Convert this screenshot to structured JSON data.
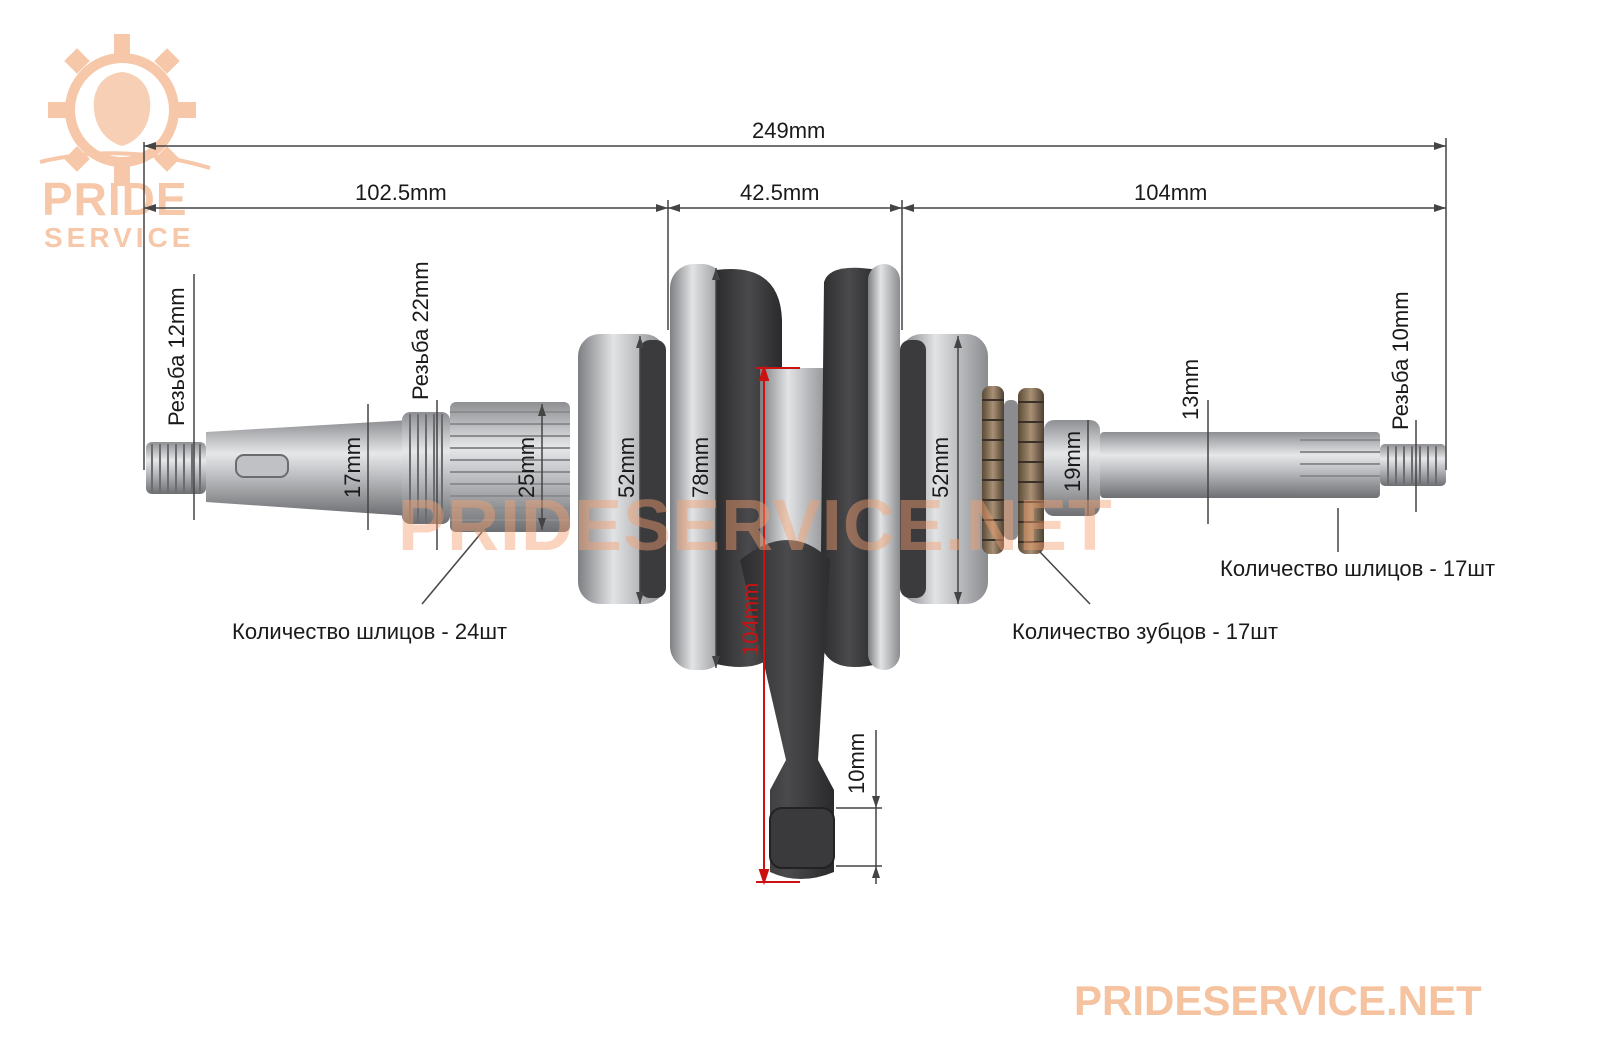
{
  "brand": {
    "logo_line1": "PRIDE",
    "logo_line2": "SERVICE",
    "watermark_center": "PRIDESERVICE.NET",
    "watermark_corner": "PRIDESERVICE.NET",
    "color": "#f6c3a1"
  },
  "dimensions": {
    "overall_length": "249mm",
    "left_section": "102.5mm",
    "center_section": "42.5mm",
    "right_section": "104mm",
    "thread_left": "Резьба 12mm",
    "thread_22": "Резьба 22mm",
    "thread_right": "Резьба 10mm",
    "shaft_17": "17mm",
    "spline_25": "25mm",
    "bearing_left": "52mm",
    "web_78": "78mm",
    "bearing_right": "52mm",
    "gear_19": "19mm",
    "shaft_13": "13mm",
    "rod_length": "104mm",
    "small_end": "10mm"
  },
  "annotations": {
    "splines_left": "Количество шлицов - 24шт",
    "teeth_gear": "Количество зубцов - 17шт",
    "splines_right": "Количество шлицов - 17шт"
  }
}
